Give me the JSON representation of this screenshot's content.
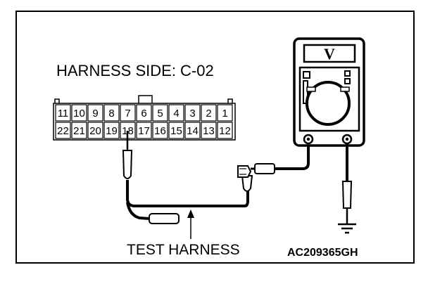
{
  "connector": {
    "title": "HARNESS SIDE: C-02",
    "top_pins": [
      "11",
      "10",
      "9",
      "8",
      "7",
      "6",
      "5",
      "4",
      "3",
      "2",
      "1"
    ],
    "bottom_pins": [
      "22",
      "21",
      "20",
      "19",
      "18",
      "17",
      "16",
      "15",
      "14",
      "13",
      "12"
    ]
  },
  "meter": {
    "display": "V"
  },
  "labels": {
    "test_harness": "TEST HARNESS",
    "figure_code": "AC209365GH"
  }
}
